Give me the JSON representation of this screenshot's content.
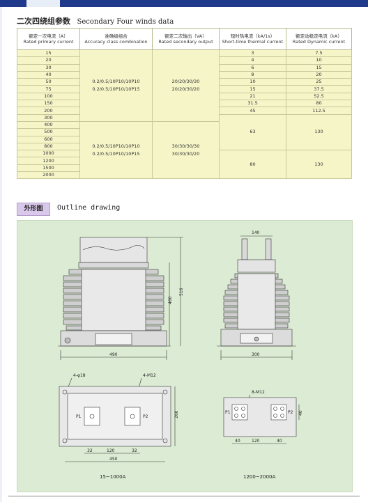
{
  "header": {
    "banner_text": "",
    "section_title_zh": "二次四绕组参数",
    "section_title_en": "Secondary Four winds data"
  },
  "table": {
    "columns": [
      {
        "zh": "额定一次电流（A）",
        "en": "Rated primary current"
      },
      {
        "zh": "准确级组合",
        "en": "Accuracy class combination"
      },
      {
        "zh": "额定二次输出（VA）",
        "en": "Rated secondary output"
      },
      {
        "zh": "短时热电流（kA/1s）",
        "en": "Short-time thermal current"
      },
      {
        "zh": "额定动稳定电流（kA）",
        "en": "Rated Dynamic current"
      }
    ],
    "primary_currents": [
      "15",
      "20",
      "30",
      "40",
      "50",
      "75",
      "100",
      "150",
      "200",
      "300",
      "400",
      "500",
      "600",
      "800",
      "1000",
      "1200",
      "1500",
      "2000"
    ],
    "group_a": {
      "accuracy_1": "0.2/0.5/10P10/10P10",
      "accuracy_2": "0.2/0.5/10P10/10P15",
      "output_1": "20/20/30/30",
      "output_2": "20/20/30/20"
    },
    "group_b": {
      "accuracy_1": "0.2/0.5/10P10/10P10",
      "accuracy_2": "0.2/0.5/10P10/10P15",
      "output_1": "30/30/30/30",
      "output_2": "30/30/30/20"
    },
    "thermal_rows": [
      {
        "thermal": "3",
        "dynamic": "7.5"
      },
      {
        "thermal": "4",
        "dynamic": "10"
      },
      {
        "thermal": "6",
        "dynamic": "15"
      },
      {
        "thermal": "8",
        "dynamic": "20"
      },
      {
        "thermal": "10",
        "dynamic": "25"
      },
      {
        "thermal": "15",
        "dynamic": "37.5"
      },
      {
        "thermal": "21",
        "dynamic": "52.5"
      },
      {
        "thermal": "31.5",
        "dynamic": "80"
      },
      {
        "thermal": "45",
        "dynamic": "112.5"
      }
    ],
    "thermal_merged_1": "63",
    "dynamic_merged_1": "130",
    "thermal_merged_2": "80",
    "dynamic_merged_2": "130"
  },
  "outline": {
    "label_zh": "外形图",
    "label_en": "Outline drawing",
    "dims": {
      "front_width": "490",
      "front_height_1": "460",
      "front_height_2": "516",
      "side_top": "140",
      "side_width": "300",
      "hole_note": "4-φ18",
      "bolt_note_1": "4-M12",
      "bolt_note_2": "8-M12",
      "plan_height": "260",
      "plan_width": "450",
      "plan_a": "32",
      "plan_b": "120",
      "plan_c": "32",
      "plan2_a": "40",
      "plan2_b": "120",
      "plan2_c": "40",
      "plan2_h": "40"
    },
    "terminal_p1": "P1",
    "terminal_p2": "P2",
    "caption_1": "15~1000A",
    "caption_2": "1200~2000A"
  }
}
